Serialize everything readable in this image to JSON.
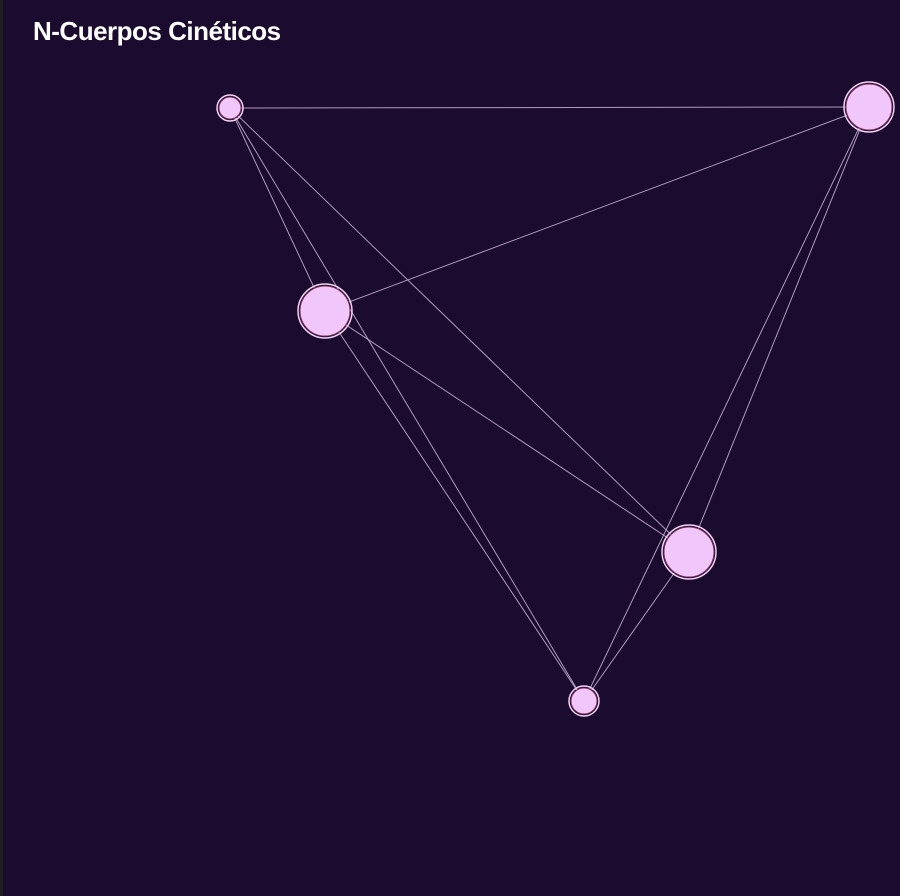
{
  "app": {
    "title": "N-Cuerpos Cinéticos",
    "background_color": "#1b0b2e",
    "body_color": "#f1c6fb",
    "link_color": "#c9b3d6"
  },
  "bodies": [
    {
      "id": "b1",
      "mass": "small"
    },
    {
      "id": "b2",
      "mass": "large"
    },
    {
      "id": "b3",
      "mass": "large"
    },
    {
      "id": "b4",
      "mass": "large"
    },
    {
      "id": "b5",
      "mass": "small"
    }
  ],
  "links": [
    [
      "b1",
      "b2"
    ],
    [
      "b1",
      "b3"
    ],
    [
      "b1",
      "b4"
    ],
    [
      "b1",
      "b5"
    ],
    [
      "b2",
      "b3"
    ],
    [
      "b2",
      "b4"
    ],
    [
      "b2",
      "b5"
    ],
    [
      "b3",
      "b4"
    ],
    [
      "b3",
      "b5"
    ],
    [
      "b4",
      "b5"
    ]
  ]
}
